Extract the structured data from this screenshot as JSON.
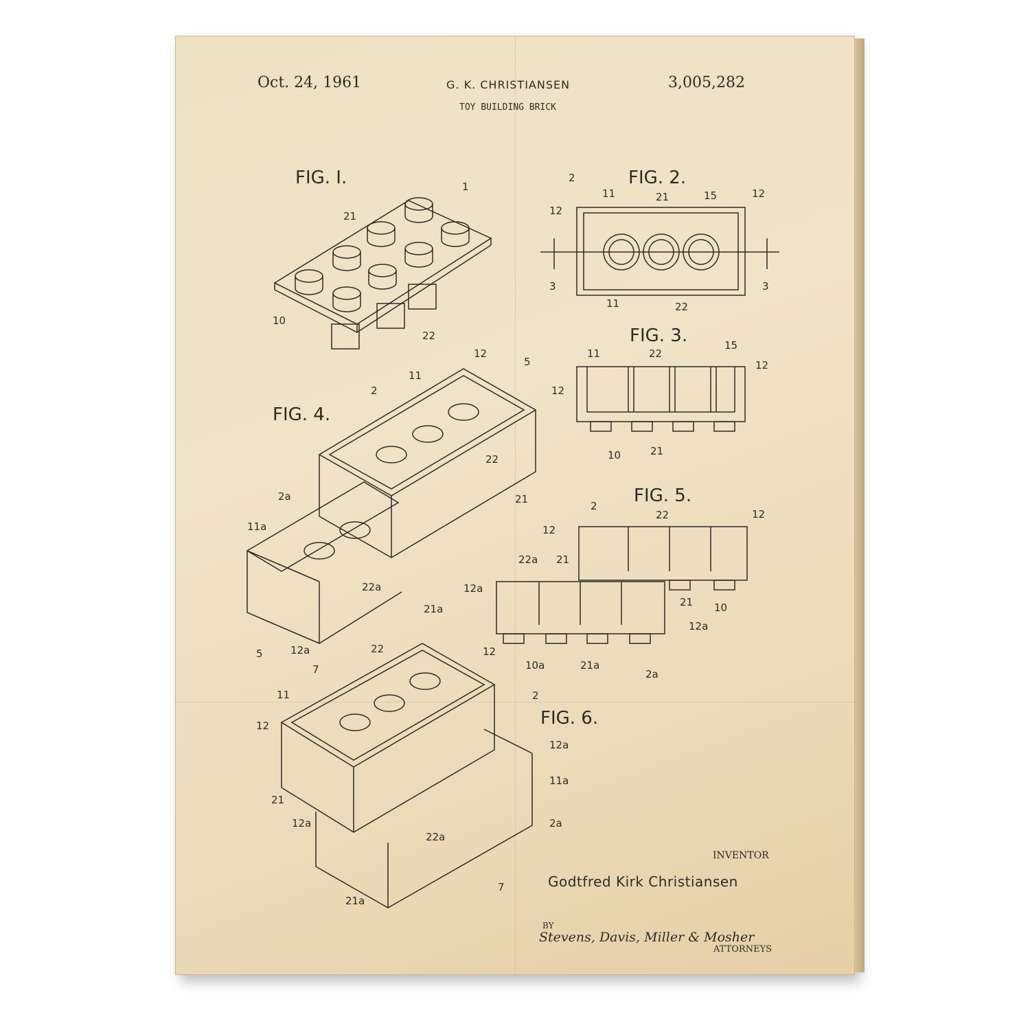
{
  "header": {
    "date": "Oct. 24, 1961",
    "inventor_name": "G. K. CHRISTIANSEN",
    "patent_number": "3,005,282",
    "title": "TOY BUILDING BRICK"
  },
  "figures": {
    "fig1": "FIG. I.",
    "fig2": "FIG. 2.",
    "fig3": "FIG. 3.",
    "fig4": "FIG. 4.",
    "fig5": "FIG. 5.",
    "fig6": "FIG. 6."
  },
  "ref_numerals": {
    "n1": "1",
    "n2": "2",
    "n2a": "2a",
    "n3": "3",
    "n5": "5",
    "n7": "7",
    "n10": "10",
    "n10a": "10a",
    "n11": "11",
    "n11a": "11a",
    "n12": "12",
    "n12a": "12a",
    "n15": "15",
    "n21": "21",
    "n21a": "21a",
    "n22": "22",
    "n22a": "22a"
  },
  "footer": {
    "inventor_label": "INVENTOR",
    "inventor_full": "Godtfred Kirk Christiansen",
    "by_label": "BY",
    "signature": "Stevens, Davis, Miller & Mosher",
    "attorneys_label": "ATTORNEYS"
  },
  "colors": {
    "paper": "#efe1c4",
    "ink": "#2e2a24"
  }
}
